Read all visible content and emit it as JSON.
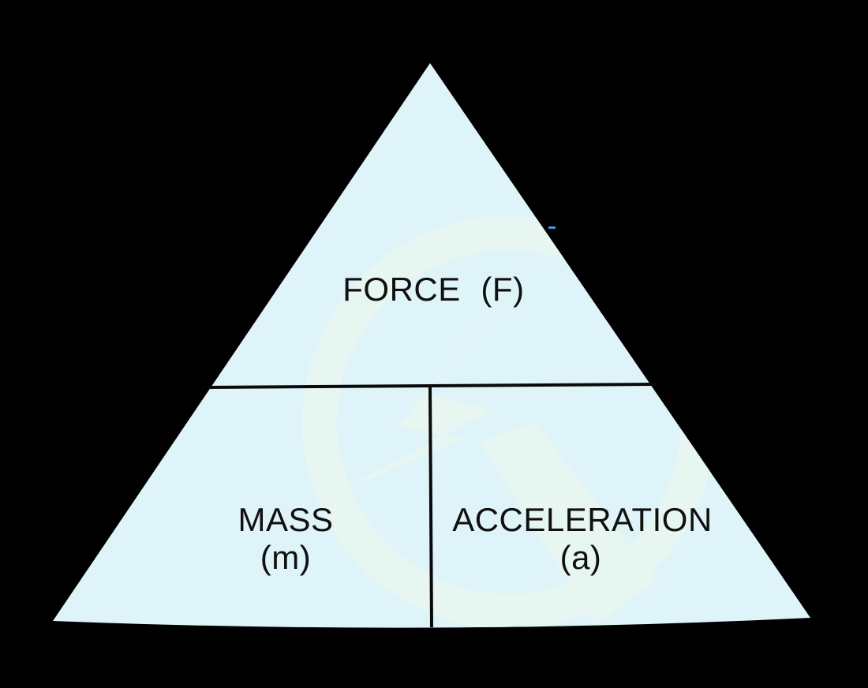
{
  "triangle": {
    "top_section": {
      "label": "FORCE",
      "symbol": "(F)"
    },
    "bottom_left_section": {
      "label": "MASS",
      "symbol": "(m)"
    },
    "bottom_right_section": {
      "label": "ACCELERATION",
      "symbol": "(a)"
    }
  },
  "colors": {
    "background": "#000000",
    "triangle_fill": "#dff4f9",
    "divider_line": "#0a0a0a",
    "text": "#101010",
    "watermark": "#e8f6f1",
    "blue_mark": "#3f97e8"
  }
}
